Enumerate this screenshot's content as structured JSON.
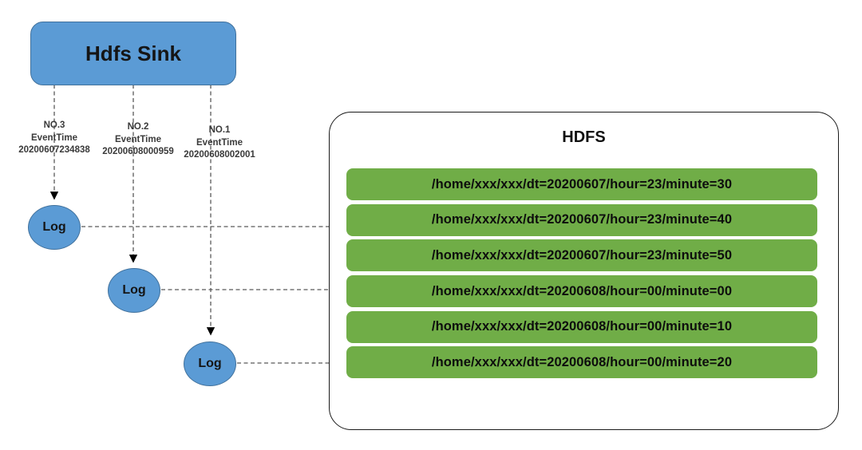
{
  "diagram": {
    "sink": {
      "label": "Hdfs Sink"
    },
    "events": [
      {
        "order": "NO.3",
        "field": "EventTime",
        "timestamp": "20200607234838",
        "node_label": "Log"
      },
      {
        "order": "NO.2",
        "field": "EventTime",
        "timestamp": "20200608000959",
        "node_label": "Log"
      },
      {
        "order": "NO.1",
        "field": "EventTime",
        "timestamp": "20200608002001",
        "node_label": "Log"
      }
    ],
    "hdfs": {
      "title": "HDFS",
      "paths": [
        "/home/xxx/xxx/dt=20200607/hour=23/minute=30",
        "/home/xxx/xxx/dt=20200607/hour=23/minute=40",
        "/home/xxx/xxx/dt=20200607/hour=23/minute=50",
        "/home/xxx/xxx/dt=20200608/hour=00/minute=00",
        "/home/xxx/xxx/dt=20200608/hour=00/minute=10",
        "/home/xxx/xxx/dt=20200608/hour=00/minute=20"
      ]
    },
    "colors": {
      "node_fill": "#5b9bd5",
      "node_border": "#41719c",
      "path_row_fill": "#70ad47",
      "connector": "#595959",
      "container_border": "#1a1a1a"
    }
  }
}
